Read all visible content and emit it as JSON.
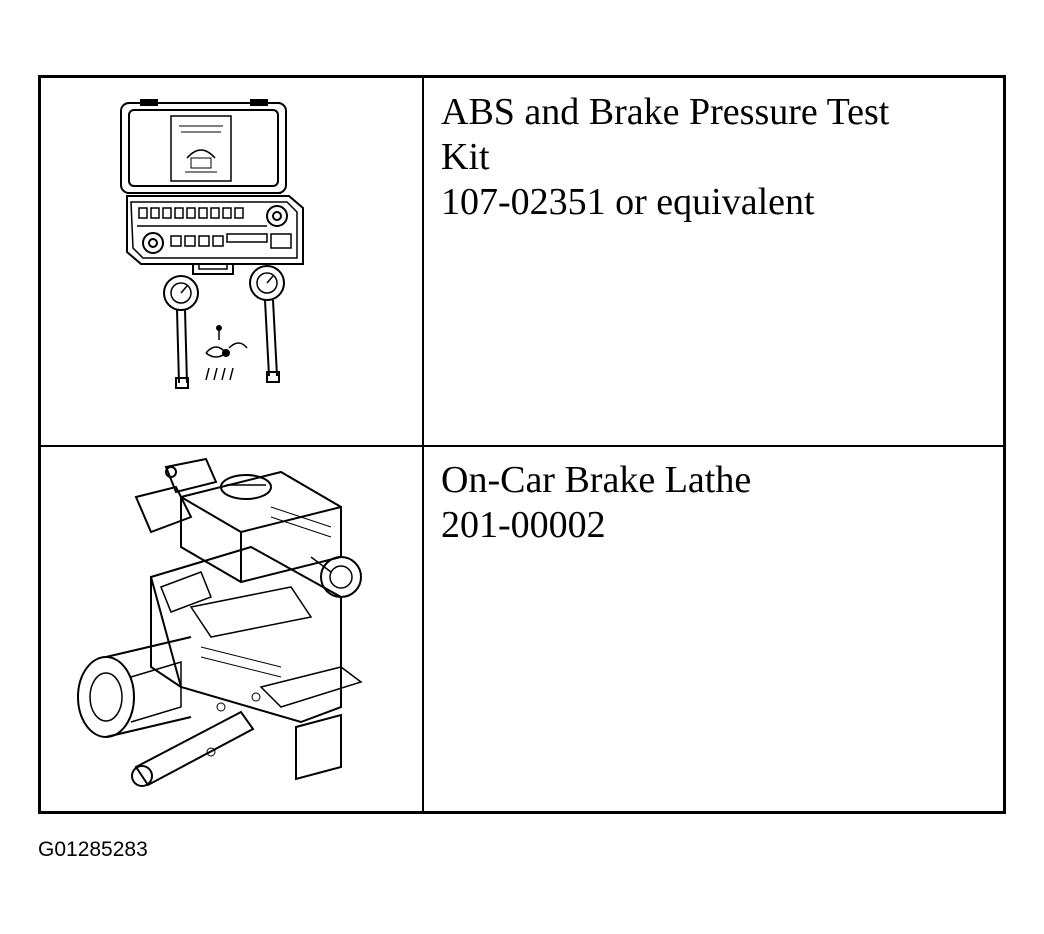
{
  "rows": [
    {
      "illustration": "abs-pressure-test-kit-illustration",
      "name_line1": "ABS and Brake Pressure Test",
      "name_line2": "Kit",
      "part_number": "107-02351 or equivalent"
    },
    {
      "illustration": "brake-lathe-illustration",
      "name_line1": "On-Car Brake Lathe",
      "part_number": "201-00002"
    }
  ],
  "figure_id": "G01285283"
}
